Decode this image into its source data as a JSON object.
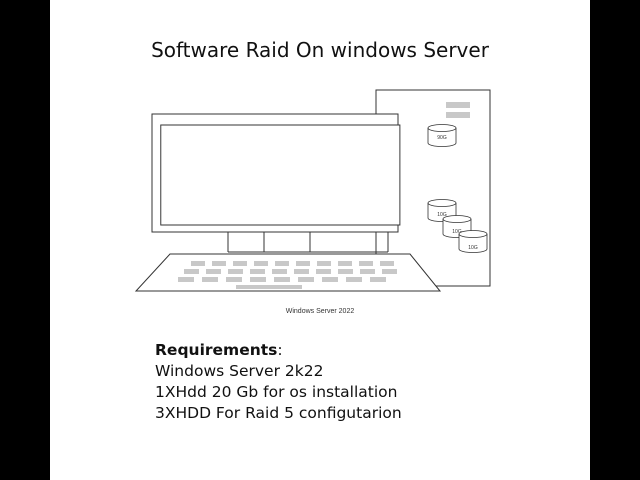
{
  "title": "Software Raid On windows Server",
  "disks": {
    "os_disk": "90G",
    "raid_disk_1": "10G",
    "raid_disk_2": "10G",
    "raid_disk_3": "10G"
  },
  "caption": "Windows Server 2022",
  "requirements": {
    "heading": "Requirements",
    "heading_suffix": ":",
    "lines": [
      "Windows Server 2k22",
      "1XHdd 20 Gb for os installation",
      "3XHDD For Raid 5 configutarion"
    ]
  },
  "colors": {
    "background": "#000000",
    "slide": "#ffffff",
    "stroke": "#333333",
    "key": "#c8c8c8"
  }
}
